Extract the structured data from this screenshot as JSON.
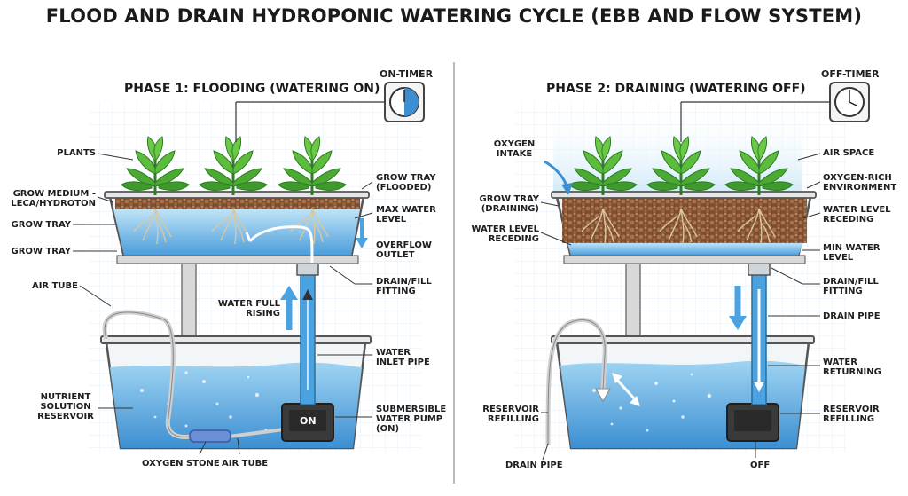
{
  "title": "FLOOD AND DRAIN HYDROPONIC WATERING CYCLE (EBB AND FLOW SYSTEM)",
  "phase1": {
    "heading": "PHASE 1: FLOODING (WATERING ON)",
    "timer": "ON-TIMER",
    "pump_badge": "ON",
    "labels": {
      "plants": "PLANTS",
      "grow_medium": [
        "GROW MEDIUM -",
        "LECA/HYDROTON"
      ],
      "grow_tray_a": "GROW TRAY",
      "grow_tray_b": "GROW TRAY",
      "air_tube": "AIR TUBE",
      "reservoir": [
        "NUTRIENT",
        "SOLUTION",
        "RESERVOIR"
      ],
      "oxygen_stone": "OXYGEN STONE",
      "air_tube_bottom": "AIR TUBE",
      "grow_tray_flooded": [
        "GROW TRAY",
        "(FLOODED)"
      ],
      "max_water": [
        "MAX WATER",
        "LEVEL"
      ],
      "overflow": [
        "OVERFLOW",
        "OUTLET"
      ],
      "drain_fill": [
        "DRAIN/FILL",
        "FITTING"
      ],
      "water_full": [
        "WATER FULL",
        "RISING"
      ],
      "inlet_pipe": [
        "WATER",
        "INLET PIPE"
      ],
      "pump": [
        "SUBMERSIBLE",
        "WATER PUMP",
        "(ON)"
      ]
    }
  },
  "phase2": {
    "heading": "PHASE 2: DRAINING (WATERING OFF)",
    "timer": "OFF-TIMER",
    "pump_status": "OFF",
    "labels": {
      "oxygen_intake": [
        "OXYGEN",
        "INTAKE"
      ],
      "grow_tray_draining": [
        "GROW TRAY",
        "(DRAINING)"
      ],
      "water_receding_left": [
        "WATER LEVEL",
        "RECEDING"
      ],
      "reservoir_refilling_left": [
        "RESERVOIR",
        "REFILLING"
      ],
      "drain_pipe_bottom": "DRAIN PIPE",
      "air_space": "AIR SPACE",
      "oxygen_rich": [
        "OXYGEN-RICH",
        "ENVIRONMENT"
      ],
      "water_receding_right": [
        "WATER LEVEL",
        "RECEDING"
      ],
      "min_water": [
        "MIN WATER",
        "LEVEL"
      ],
      "drain_fill": [
        "DRAIN/FILL",
        "FITTING"
      ],
      "drain_pipe": "DRAIN PIPE",
      "water_returning": [
        "WATER",
        "RETURNING"
      ],
      "reservoir_refilling_right": [
        "RESERVOIR",
        "REFILLING"
      ]
    }
  },
  "colors": {
    "water_light": "#9fd4f2",
    "water_dark": "#3d95d6",
    "pipe": "#4aa3e0",
    "medium": "#8a5a3b",
    "leaf": "#4caa34",
    "frame": "#5a5a5a"
  }
}
